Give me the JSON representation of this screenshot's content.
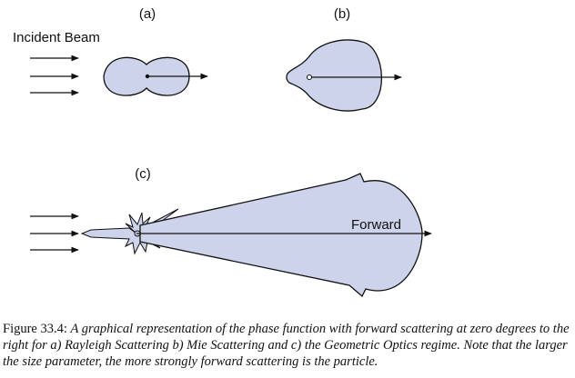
{
  "figure": {
    "panel_labels": [
      "(a)",
      "(b)",
      "(c)"
    ],
    "incident_label": "Incident Beam",
    "forward_label": "Forward",
    "colors": {
      "lobe_fill": "#cdd3ea",
      "stroke": "#111111"
    }
  },
  "caption": {
    "prefix": "Figure 33.4:",
    "text": "A graphical representation of the phase function with forward scattering at zero degrees to the right for a) Rayleigh Scattering b) Mie Scattering and c) the Geometric Optics regime. Note that the larger the size parameter, the more strongly forward scattering is the particle."
  }
}
